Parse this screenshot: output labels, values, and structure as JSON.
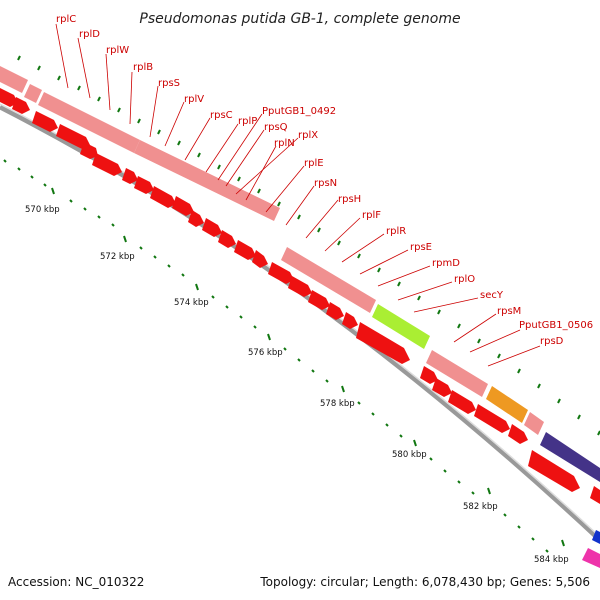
{
  "title": "Pseudomonas putida GB-1, complete genome",
  "footer": {
    "accession": "Accession: NC_010322",
    "topology": "Topology: circular; Length: 6,078,430 bp; Genes: 5,506"
  },
  "gene_labels": [
    "rplC",
    "rplD",
    "rplW",
    "rplB",
    "rpsS",
    "rplV",
    "rpsC",
    "rplP",
    "PputGB1_0492",
    "rpsQ",
    "rplX",
    "rplN",
    "rplE",
    "rpsN",
    "rpsH",
    "rplF",
    "rplR",
    "rpsE",
    "rpmD",
    "rplO",
    "secY",
    "rpsM",
    "PputGB1_0506",
    "rpsD"
  ],
  "scale_labels": [
    "570 kbp",
    "572 kbp",
    "574 kbp",
    "576 kbp",
    "578 kbp",
    "580 kbp",
    "582 kbp",
    "584 kbp"
  ],
  "colors": {
    "cds": "#ee1111",
    "gene": "#f09090",
    "rna_light_green": "#aaee33",
    "orange": "#ee9922",
    "purple": "#443388",
    "magenta": "#ee33aa",
    "blue": "#1133cc",
    "backbone": "#888888",
    "tick": "#117711",
    "label": "#cc0000"
  }
}
